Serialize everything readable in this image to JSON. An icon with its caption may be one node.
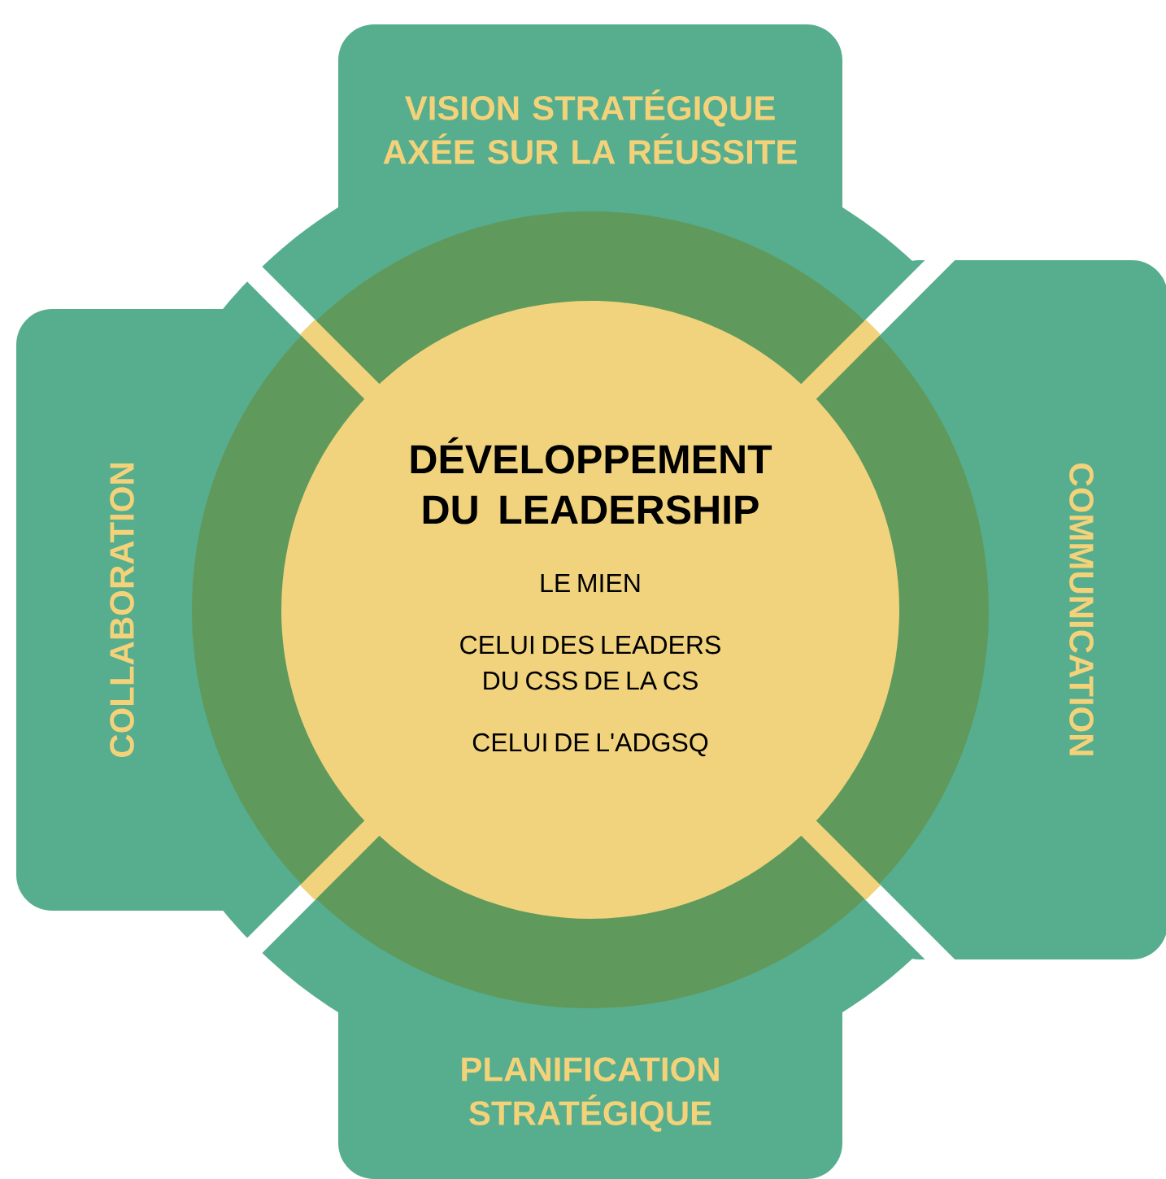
{
  "diagram": {
    "nodes": [
      {
        "text": [
          "VISION STRATÉGIQUE AXÉE SUR LA RÉUSSITE"
        ]
      },
      {
        "text": [
          "COLLABORATION"
        ]
      },
      {
        "text": [
          "DÉVELOPPEMENT DU LEADERSHIP",
          "LE MIEN",
          "CELUI DES LEADERS DU CSS DE LA CS",
          "CELUI DE L'ADGSQ"
        ]
      },
      {
        "text": [
          "COMMUNICATION"
        ]
      },
      {
        "text": [
          "PLANIFICATION STRATÉGIQUE"
        ]
      }
    ]
  }
}
